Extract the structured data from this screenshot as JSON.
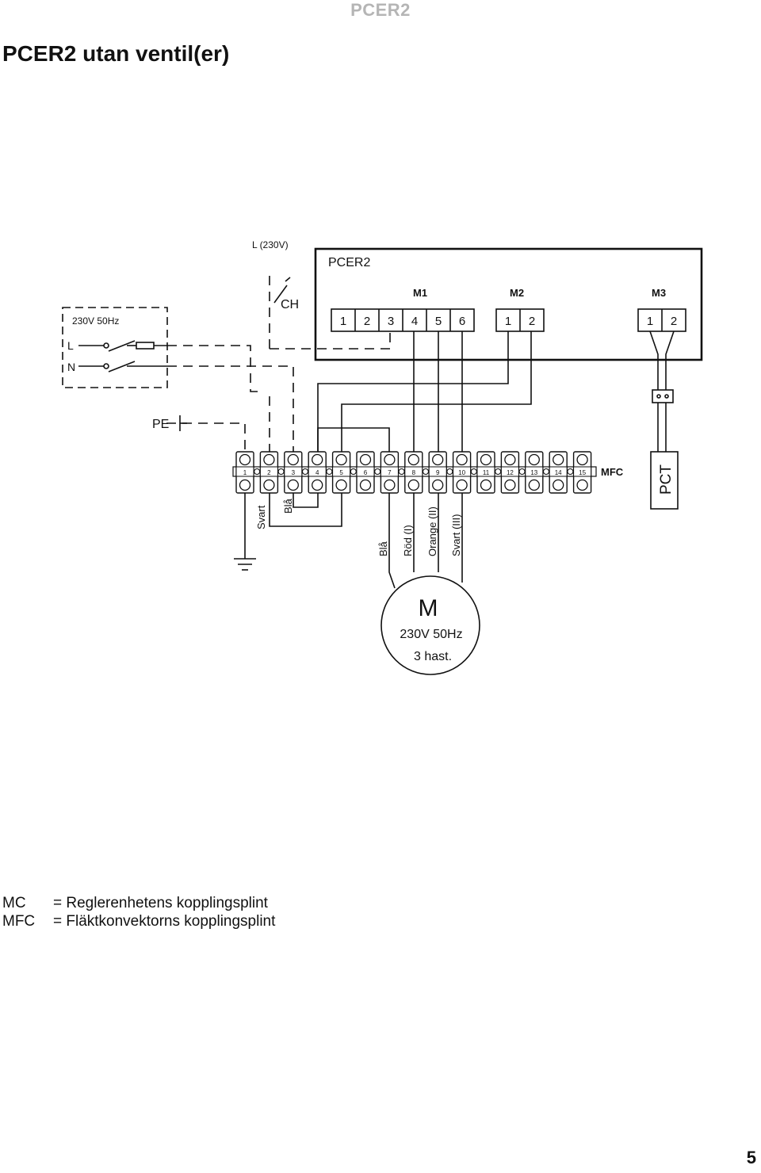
{
  "header": {
    "brand": "PCER2"
  },
  "page": {
    "title": "PCER2 utan ventil(er)",
    "number": "5"
  },
  "diagram": {
    "supply": {
      "label": "230V 50Hz",
      "line": "L",
      "neutral": "N",
      "earth": "PE"
    },
    "line_label": "L (230V)",
    "switch_label": "CH",
    "controller": {
      "title": "PCER2",
      "groups": [
        {
          "name": "M1",
          "terminals": [
            "1",
            "2",
            "3",
            "4",
            "5",
            "6"
          ]
        },
        {
          "name": "M2",
          "terminals": [
            "1",
            "2"
          ]
        },
        {
          "name": "M3",
          "terminals": [
            "1",
            "2"
          ]
        }
      ]
    },
    "terminal_strip": {
      "label": "MFC",
      "terminals": [
        "1",
        "2",
        "3",
        "4",
        "5",
        "6",
        "7",
        "8",
        "9",
        "10",
        "11",
        "12",
        "13",
        "14",
        "15"
      ]
    },
    "sensor_label": "PCT",
    "wires_left": [
      "Svart",
      "Blå"
    ],
    "wires_motor": [
      "Blå",
      "Röd (I)",
      "Orange (II)",
      "Svart (III)"
    ],
    "motor": {
      "symbol": "M",
      "rating": "230V  50Hz",
      "speeds": "3 hast."
    }
  },
  "legend": [
    {
      "key": "MC",
      "value": "= Reglerenhetens kopplingsplint"
    },
    {
      "key": "MFC",
      "value": "= Fläktkonvektorns kopplingsplint"
    }
  ]
}
